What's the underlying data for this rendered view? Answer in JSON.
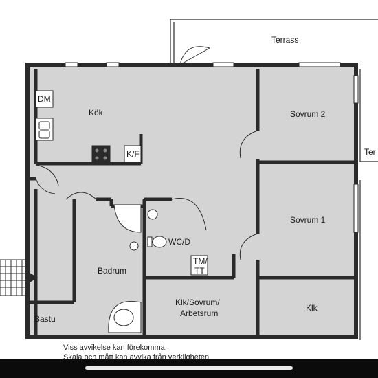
{
  "rooms": {
    "terrass_top": "Terrass",
    "terrass_right": "Ter",
    "dm": "DM",
    "kok": "Kök",
    "kf": "K/F",
    "sovrum2": "Sovrum 2",
    "sovrum1": "Sovrum 1",
    "wcd": "WC/D",
    "tm": "TM/",
    "tt": "TT",
    "badrum": "Badrum",
    "klk_sovrum_line1": "Klk/Sovrum/",
    "klk_sovrum_line2": "Arbetsrum",
    "klk": "Klk",
    "bastu": "Bastu"
  },
  "notes": {
    "line1": "Viss avvikelse kan förekomma.",
    "line2": "Skala och mått kan avvika från verkligheten"
  },
  "colors": {
    "floor": "#d4d4d4",
    "wall": "#2a2a2a",
    "background": "#ffffff"
  }
}
